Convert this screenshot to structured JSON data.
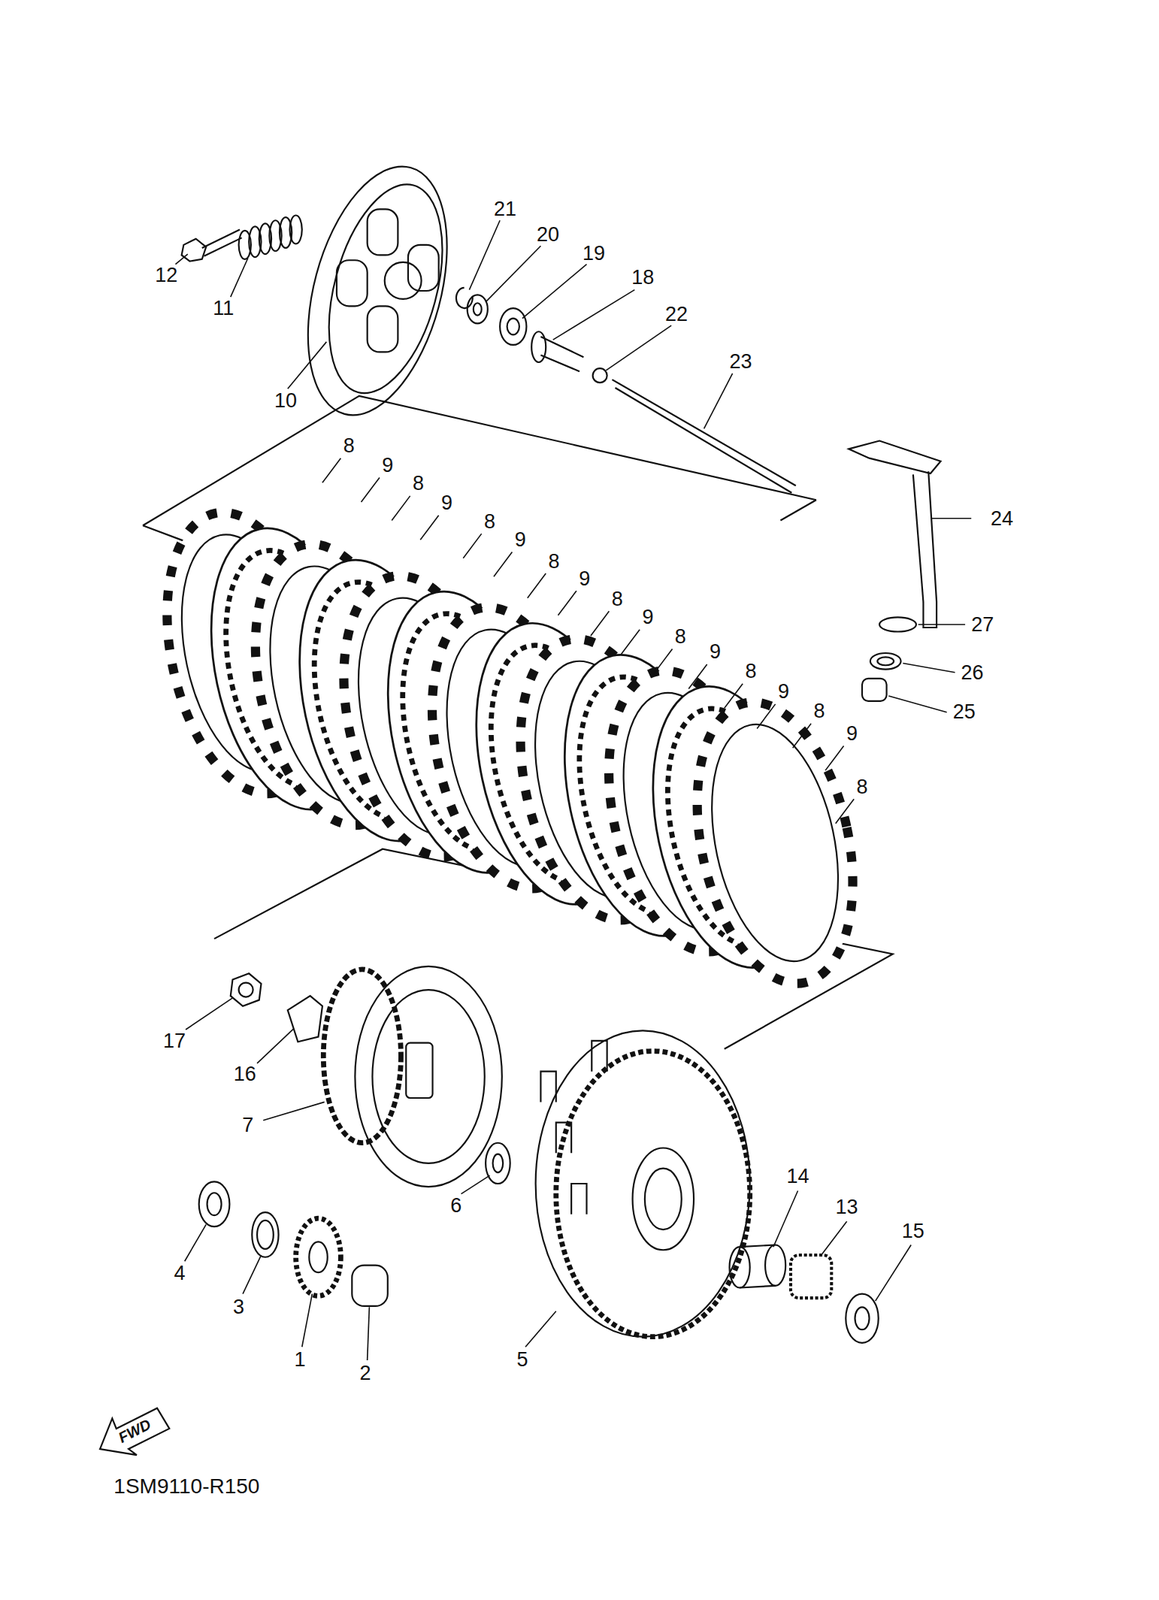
{
  "diagram": {
    "labels": [
      "21",
      "20",
      "19",
      "18",
      "22",
      "23",
      "12",
      "11",
      "10",
      "8",
      "9",
      "8",
      "9",
      "8",
      "9",
      "8",
      "9",
      "8",
      "9",
      "8",
      "9",
      "8",
      "9",
      "8",
      "9",
      "8",
      "24",
      "27",
      "26",
      "25",
      "17",
      "16",
      "7",
      "6",
      "14",
      "13",
      "15",
      "4",
      "3",
      "1",
      "2",
      "5",
      "FWD",
      "1SM9110-R150"
    ]
  }
}
